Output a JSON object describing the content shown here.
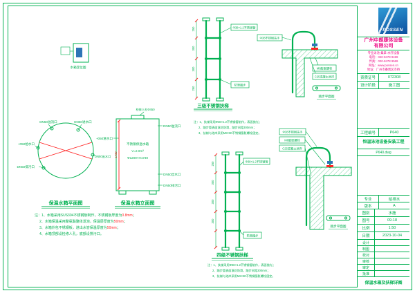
{
  "sheet": {
    "bg": "#ffffff",
    "line_green": "#00b050",
    "accent_red": "#ff2222",
    "accent_magenta": "#ee1188",
    "logo_blue": "#1565c0"
  },
  "mini_detail": {
    "label": "水箱定位图"
  },
  "plan": {
    "title": "保温水箱平面图",
    "label_overflow": "DN50溢流口",
    "label_inlet": "DN50进水口",
    "label_supply": "+050给水口",
    "label_drain": "DN50排污口",
    "label_outlet": "DN50出水口"
  },
  "elevation": {
    "title": "保温水箱立面图",
    "label_manhole": "检修人孔Φ450",
    "label_overflow": "DN50溢流口",
    "label_inlet": "+050进水口",
    "label_outlet": "DN50出水口",
    "label_drain": "DN50排污口",
    "inner_1": "不锈钢保温水箱",
    "inner_2": "V=2.0m³",
    "inner_3": "Φ1200×H1730",
    "dim_height": "1730"
  },
  "notes": {
    "lines": [
      {
        "text": "注：1、水箱采用SUS304不锈钢板制作，不锈钢板厚度为",
        "red": "0.8mm",
        "tail": "；"
      },
      {
        "text": "2、水箱保温采用聚氨酯整体发泡，保温层厚度为",
        "red": "50mm",
        "tail": "；"
      },
      {
        "text": "3、水箱外包不锈钢板，进出水管保温厚度为",
        "red": "50mm",
        "tail": "；"
      },
      {
        "text": "4、水箱顶部设检修人孔，底部设排污口。",
        "red": "",
        "tail": ""
      }
    ]
  },
  "ladder3": {
    "title": "三级不锈钢扶梯",
    "dims": [
      "250",
      "300",
      "300",
      "250"
    ],
    "callout_pipe": "Φ38×1.2不锈钢管",
    "callout_step": "防滑踏步",
    "notes": [
      "注：1、扶梯采用Φ38×1.2不锈钢管制作，表面抛光；",
      "2、踏步管表面滚花防滑，踏步间距300mm；",
      "3、扶梯与池岸采用M8×80不锈钢膨胀螺栓固定。"
    ]
  },
  "section3": {
    "callout_rail": "Φ38不锈钢扶手",
    "callout_bolt": "M8膨胀螺栓",
    "callout_deck": "C25混凝土池岸",
    "step_title": "踏步平面图"
  },
  "ladder4": {
    "title": "四级不锈钢扶梯",
    "dims": [
      "250",
      "300",
      "300",
      "300"
    ],
    "callout_pipe": "Φ38×1.2不锈钢管",
    "callout_step": "防滑踏步",
    "notes": [
      "注：1、扶梯采用Φ38×1.2不锈钢管制作，表面抛光；",
      "2、踏步管表面滚花防滑，踏步间距300mm；",
      "3、扶梯与池岸采用M8×80不锈钢膨胀螺栓固定。"
    ]
  },
  "section4": {
    "callout_rail": "Φ38不锈钢扶手",
    "callout_bolt": "M8膨胀螺栓",
    "callout_deck": "C25混凝土池岸",
    "step_title": "踏步平面图"
  },
  "titleblock": {
    "logo_text": "POSSEN",
    "company": [
      "广州中朗康体设备",
      "有限公司"
    ],
    "contacts": [
      "专业泳池·桑拿·水疗设备",
      "电话：020-8478 9469",
      "传真：020-8478 9569",
      "网址：www.possen.cn",
      "地址：广州市番禺区市桥"
    ],
    "cert_rows": [
      {
        "label": "资质证号",
        "value": "072308"
      },
      {
        "label": "设计阶段",
        "value": "施工图"
      }
    ],
    "project_no_label": "工程编号",
    "project_no": "P640",
    "project_name": "恒温泳池设备安装工程",
    "file_name": "P640.dwg",
    "stage_rows": [
      {
        "label": "专业",
        "value": "给排水"
      },
      {
        "label": "版本",
        "value": "A"
      }
    ],
    "sheet_rows": [
      {
        "label": "图别",
        "value": "水施"
      },
      {
        "label": "图号",
        "value": "09-18"
      },
      {
        "label": "比例",
        "value": "1:50"
      },
      {
        "label": "日期",
        "value": "2023-10-04"
      }
    ],
    "sign_rows": [
      {
        "label": "设计",
        "value": ""
      },
      {
        "label": "制图",
        "value": ""
      },
      {
        "label": "校对",
        "value": ""
      },
      {
        "label": "审核",
        "value": ""
      },
      {
        "label": "审定",
        "value": ""
      },
      {
        "label": "批准",
        "value": ""
      }
    ],
    "drawing_name": "保温水箱及扶梯详图"
  }
}
